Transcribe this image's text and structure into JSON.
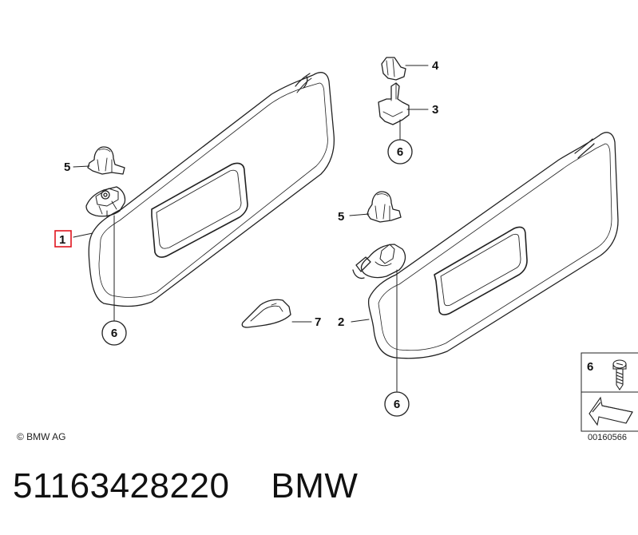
{
  "callouts": {
    "part_1": "1",
    "part_2": "2",
    "part_3": "3",
    "part_4": "4",
    "part_5_left": "5",
    "part_5_right": "5",
    "part_6_left": "6",
    "part_6_top": "6",
    "part_6_right": "6",
    "part_7": "7",
    "legend_6": "6"
  },
  "highlight_color": "#e0141e",
  "footer": {
    "copyright": "© BMW AG",
    "figure_number": "00160566"
  },
  "caption": {
    "part_number": "51163428220",
    "brand": "BMW"
  }
}
